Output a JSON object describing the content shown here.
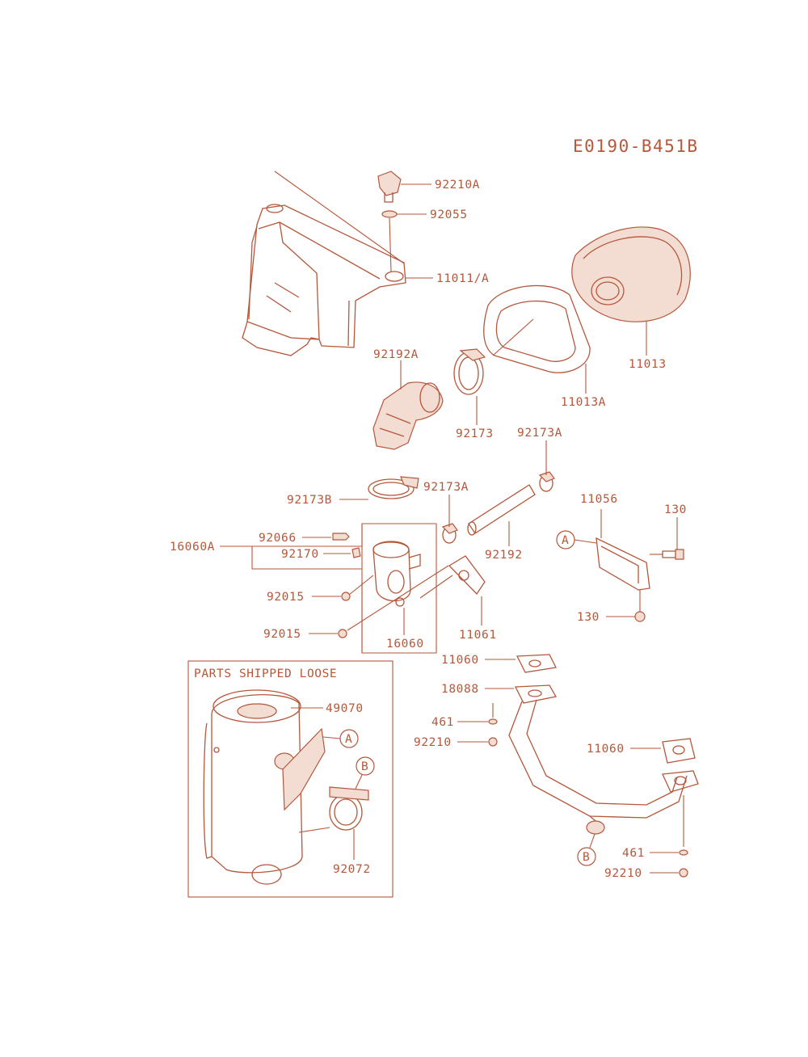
{
  "diagram_code": "E0190-B451B",
  "box_title": "PARTS SHIPPED LOOSE",
  "colors": {
    "ink": "#b5573a",
    "tint": "#f3ddd3",
    "background": "#ffffff"
  },
  "callouts": {
    "p92210A": "92210A",
    "p92055": "92055",
    "p11011A": "11011/A",
    "p11013": "11013",
    "p11013A": "11013A",
    "p92192A": "92192A",
    "p92173_top": "92173",
    "p92173A_top": "92173A",
    "p92173B": "92173B",
    "p92173A_mid": "92173A",
    "p92192": "92192",
    "p11056": "11056",
    "p130_top": "130",
    "p130_bot": "130",
    "p16060A": "16060A",
    "p92066": "92066",
    "p92170": "92170",
    "p92015_a": "92015",
    "p92015_b": "92015",
    "p16060": "16060",
    "p11061": "11061",
    "p11060_a": "11060",
    "p18088": "18088",
    "p461_a": "461",
    "p92210_a": "92210",
    "p11060_b": "11060",
    "p461_b": "461",
    "p92210_b": "92210",
    "p49070": "49070",
    "p92072": "92072"
  },
  "refs": {
    "A_bracket": "A",
    "A_muffler": "A",
    "B_clamp": "B",
    "B_pipe": "B"
  }
}
